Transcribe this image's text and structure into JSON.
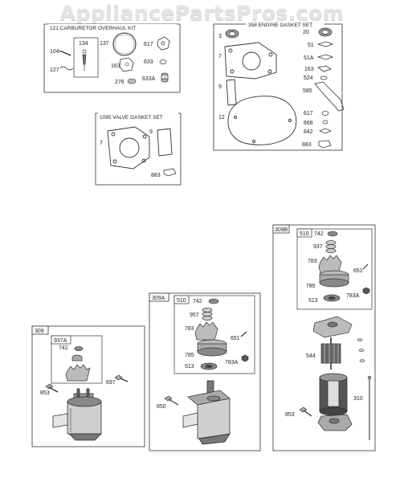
{
  "watermark": "AppliancePartsPros.com",
  "kits": {
    "carburetor": {
      "title": "121 CARBURETOR OVERHAUL KIT",
      "inner_box_label": "134",
      "parts": [
        "104",
        "127",
        "137",
        "163",
        "276",
        "617",
        "633",
        "633A"
      ]
    },
    "engine_gasket": {
      "title": "358 ENGINE GASKET SET",
      "parts": [
        "3",
        "7",
        "9",
        "12",
        "20",
        "51",
        "51A",
        "163",
        "524",
        "585",
        "617",
        "668",
        "842",
        "883"
      ]
    },
    "valve_gasket": {
      "title": "1095 VALVE GASKET SET",
      "parts": [
        "7",
        "9",
        "883"
      ]
    }
  },
  "starters": {
    "s309": {
      "label": "309",
      "inner_label": "937A",
      "parts": [
        "742",
        "853",
        "697"
      ]
    },
    "s309a": {
      "label": "309A",
      "inner_label": "510",
      "parts": [
        "742",
        "957",
        "783",
        "651",
        "785",
        "513",
        "783A",
        "850"
      ]
    },
    "s309b": {
      "label": "309B",
      "inner_label": "510",
      "parts": [
        "742",
        "937",
        "783",
        "651",
        "785",
        "513",
        "783A",
        "544",
        "310",
        "853"
      ]
    }
  }
}
